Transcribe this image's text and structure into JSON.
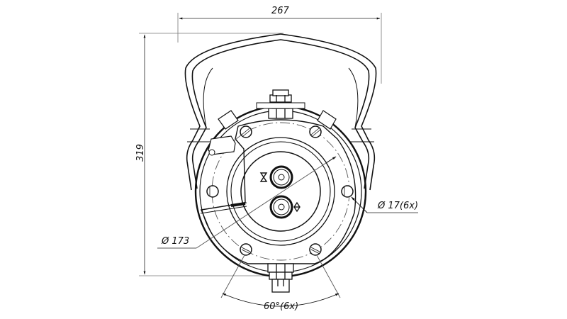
{
  "drawing": {
    "type": "technical engineering drawing - front view of round housing with handle",
    "colors": {
      "line": "#111111",
      "dim_line": "#777777",
      "background": "#ffffff"
    }
  },
  "dimensions": {
    "overall_width": "267",
    "overall_height": "319",
    "flange_diameter": "Ø 173",
    "hole_diameter": "Ø 17(6x)",
    "hole_spacing_angle": "60°(6x)"
  },
  "symbols": {
    "upper_port": "hourglass-symbol",
    "lower_port": "diamond-arrow-symbol"
  }
}
